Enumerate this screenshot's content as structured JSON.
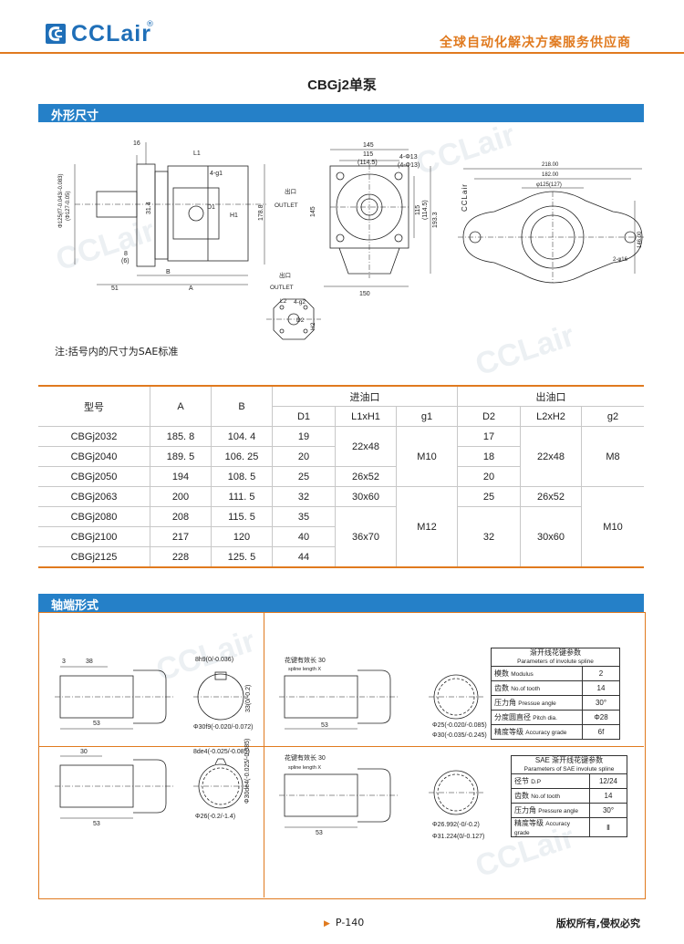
{
  "header": {
    "brand": "CCLair",
    "registered": "®",
    "slogan": "全球自动化解决方案服务供应商"
  },
  "page_title": "CBGj2单泵",
  "sections": {
    "dimensions": "外形尺寸",
    "shaft": "轴端形式"
  },
  "drawing_labels": {
    "outlet": "出口",
    "outlet_en": "OUTLET",
    "side": {
      "d16": "16",
      "L1": "L1",
      "g1": "4-g1",
      "D1": "D1",
      "H1": "H1",
      "h314": "31.4",
      "h1788": "178.8",
      "d8": "8",
      "d6": "(6)",
      "B": "B",
      "A": "A",
      "d51": "51",
      "dia_a": "Φ125(f7-0.043/-0.083)",
      "dia_b": "(Φ127-0.05)"
    },
    "front": {
      "w145": "145",
      "w115": "115",
      "w1145": "(114.5)",
      "holes1": "4-Φ13",
      "holes2": "(4-Φ13)",
      "h145": "145",
      "h115": "115",
      "h1145b": "(114.5)",
      "h1933": "193.3",
      "w150": "150"
    },
    "flange": {
      "w218": "218.00",
      "w182": "182.00",
      "d125": "φ125(127)",
      "h146": "146.00",
      "holes": "2-φ16"
    },
    "port": {
      "L2": "L2",
      "g2": "4-g2",
      "D2": "D2",
      "H2": "H2"
    }
  },
  "note": "注:括号内的尺寸为SAE标准",
  "table": {
    "head": {
      "model": "型号",
      "A": "A",
      "B": "B",
      "inlet": "进油口",
      "outlet": "出油口",
      "D1": "D1",
      "L1xH1": "L1xH1",
      "g1": "g1",
      "D2": "D2",
      "L2xH2": "L2xH2",
      "g2": "g2"
    },
    "rows": [
      {
        "model": "CBGj2032",
        "A": "185. 8",
        "B": "104. 4",
        "D1": "19",
        "D2": "17"
      },
      {
        "model": "CBGj2040",
        "A": "189. 5",
        "B": "106. 25",
        "D1": "20",
        "D2": "18"
      },
      {
        "model": "CBGj2050",
        "A": "194",
        "B": "108. 5",
        "D1": "25",
        "D2": "20"
      },
      {
        "model": "CBGj2063",
        "A": "200",
        "B": "111. 5",
        "D1": "32",
        "D2": "25"
      },
      {
        "model": "CBGj2080",
        "A": "208",
        "B": "115. 5",
        "D1": "35",
        "D2": "32"
      },
      {
        "model": "CBGj2100",
        "A": "217",
        "B": "120",
        "D1": "40",
        "D2": ""
      },
      {
        "model": "CBGj2125",
        "A": "228",
        "B": "125. 5",
        "D1": "44",
        "D2": ""
      }
    ],
    "merged": {
      "L1xH1_a": "22x48",
      "L1xH1_b": "26x52",
      "L1xH1_c": "30x60",
      "L1xH1_d": "36x70",
      "g1_a": "M10",
      "g1_b": "M12",
      "L2xH2_a": "22x48",
      "L2xH2_b": "26x52",
      "L2xH2_c": "30x60",
      "g2_a": "M8",
      "g2_b": "M10"
    }
  },
  "shaft": {
    "a": {
      "d3": "3",
      "d38": "38",
      "d53": "53",
      "key": "8h9(0/-0.036)",
      "h33": "33(0/-0.2)",
      "dia": "Φ30f9(-0.020/-0.072)"
    },
    "b": {
      "spline_cn": "花键有效长 30",
      "spline_en": "spline length X",
      "d53": "53",
      "dia1": "Φ25(-0.020/-0.085)",
      "dia2": "Φ30(-0.035/-0.245)"
    },
    "c": {
      "d30": "30",
      "d53": "53",
      "key": "8de4(-0.025/-0.085)",
      "dia1": "Φ30de4(-0.025/-0.085)",
      "dia2": "Φ26(-0.2/-1.4)"
    },
    "d": {
      "spline_cn": "花键有效长 30",
      "spline_en": "spline length X",
      "d53": "53",
      "dia1": "Φ26.992(-0/-0.2)",
      "dia2": "Φ31.224(0/-0.127)"
    }
  },
  "param_tables": {
    "involute": {
      "title": "渐开线花键参数",
      "title_en": "Parameters of involute spline",
      "rows": [
        {
          "cn": "模数",
          "en": "Modulus",
          "v": "2"
        },
        {
          "cn": "齿数",
          "en": "No.of tooth",
          "v": "14"
        },
        {
          "cn": "压力角",
          "en": "Pressue angle",
          "v": "30°"
        },
        {
          "cn": "分度圆直径",
          "en": "Pitch dia.",
          "v": "Φ28"
        },
        {
          "cn": "精度等级",
          "en": "Accuracy grade",
          "v": "6f"
        }
      ]
    },
    "sae": {
      "title": "SAE 渐开线花键参数",
      "title_en": "Parameters of SAE involute spline",
      "rows": [
        {
          "cn": "径节",
          "en": "D.P",
          "v": "12/24"
        },
        {
          "cn": "齿数",
          "en": "No.of tooth",
          "v": "14"
        },
        {
          "cn": "压力角",
          "en": "Pressure angle",
          "v": "30°"
        },
        {
          "cn": "精度等级",
          "en": "Accuracy grade",
          "v": "Ⅱ"
        }
      ]
    }
  },
  "footer": {
    "page": "P-140",
    "copyright": "版权所有,侵权必究"
  },
  "colors": {
    "brand_blue": "#1f6fb8",
    "section_blue": "#2580c8",
    "accent_orange": "#e07a1f"
  }
}
